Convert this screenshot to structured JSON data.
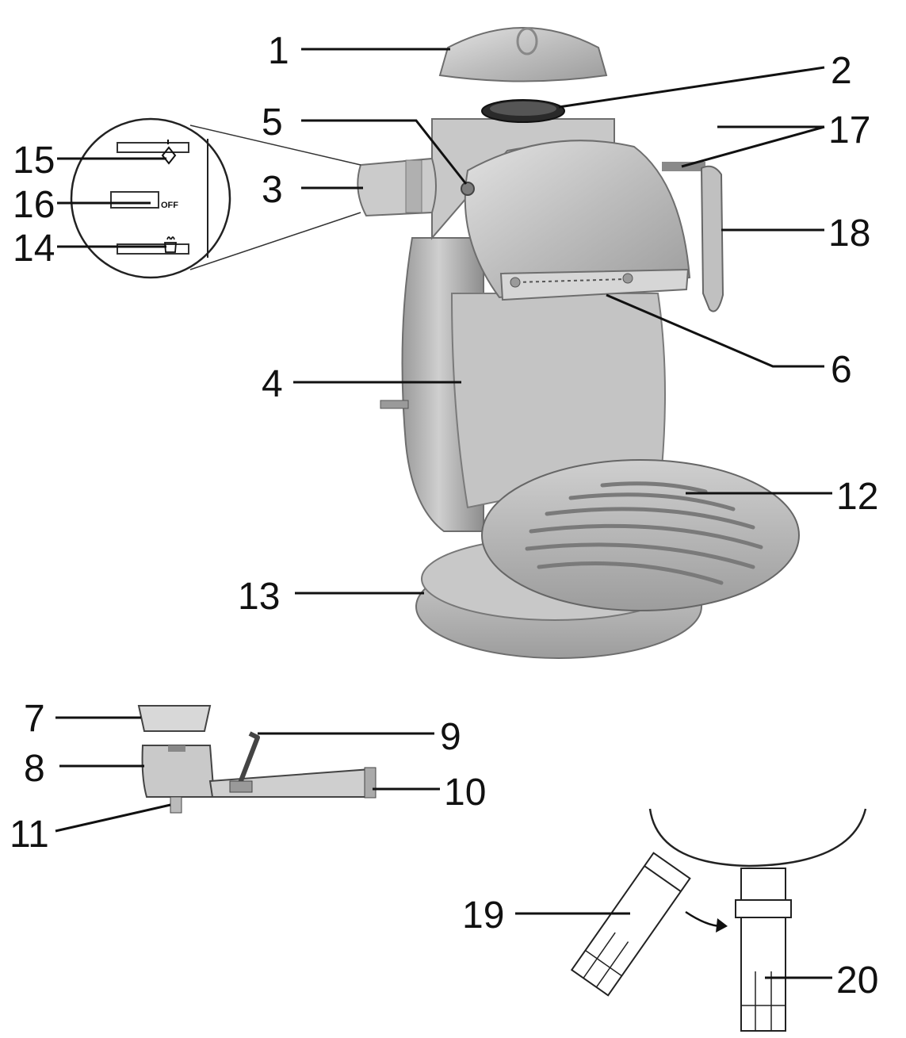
{
  "labels": {
    "l1": "1",
    "l2": "2",
    "l3": "3",
    "l4": "4",
    "l5": "5",
    "l6": "6",
    "l7": "7",
    "l8": "8",
    "l9": "9",
    "l10": "10",
    "l11": "11",
    "l12": "12",
    "l13": "13",
    "l14": "14",
    "l15": "15",
    "l16": "16",
    "l17": "17",
    "l18": "18",
    "l19": "19",
    "l20": "20"
  },
  "switch": {
    "off_label": "OFF"
  },
  "icons": {
    "steam_position": "steam-icon",
    "coffee_position": "cup-icon"
  },
  "colors": {
    "body": "#b9b9b9",
    "body_dark": "#8e8e8e",
    "body_light": "#d9d9d9",
    "line": "#111111"
  }
}
